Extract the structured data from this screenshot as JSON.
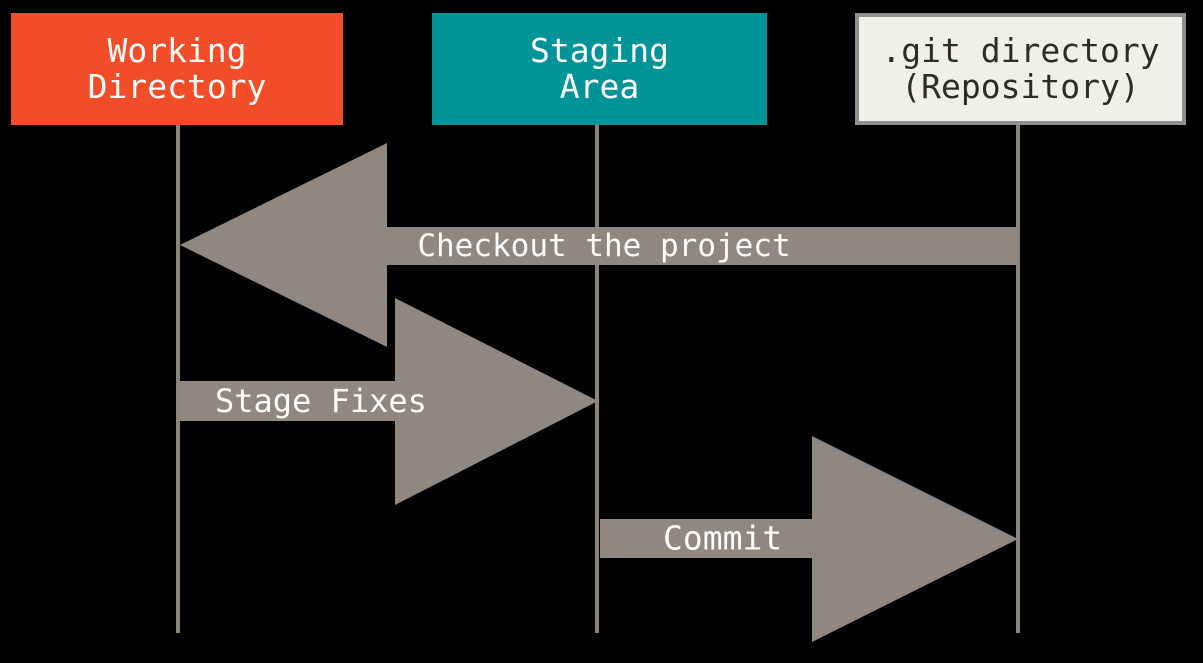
{
  "columns": [
    {
      "id": "working-directory",
      "label_line1": "Working",
      "label_line2": "Directory"
    },
    {
      "id": "staging-area",
      "label_line1": "Staging",
      "label_line2": "Area"
    },
    {
      "id": "git-directory",
      "label_line1": ".git directory",
      "label_line2": "(Repository)"
    }
  ],
  "arrows": [
    {
      "id": "checkout",
      "label": "Checkout the project",
      "direction": "left",
      "from": "git-directory",
      "to": "working-directory"
    },
    {
      "id": "stage",
      "label": "Stage Fixes",
      "direction": "right",
      "from": "working-directory",
      "to": "staging-area"
    },
    {
      "id": "commit",
      "label": "Commit",
      "direction": "right",
      "from": "staging-area",
      "to": "git-directory"
    }
  ],
  "colors": {
    "background": "#000000",
    "working_directory_box": "#F04D28",
    "staging_area_box": "#009499",
    "git_directory_box_fill": "#F0EFE8",
    "git_directory_box_border": "#909090",
    "arrow": "#8F8780",
    "lifeline": "#8C8478",
    "box_text_light": "#FDFCFA",
    "box_text_dark": "#2E2C26",
    "arrow_text": "#FDFCFA"
  }
}
